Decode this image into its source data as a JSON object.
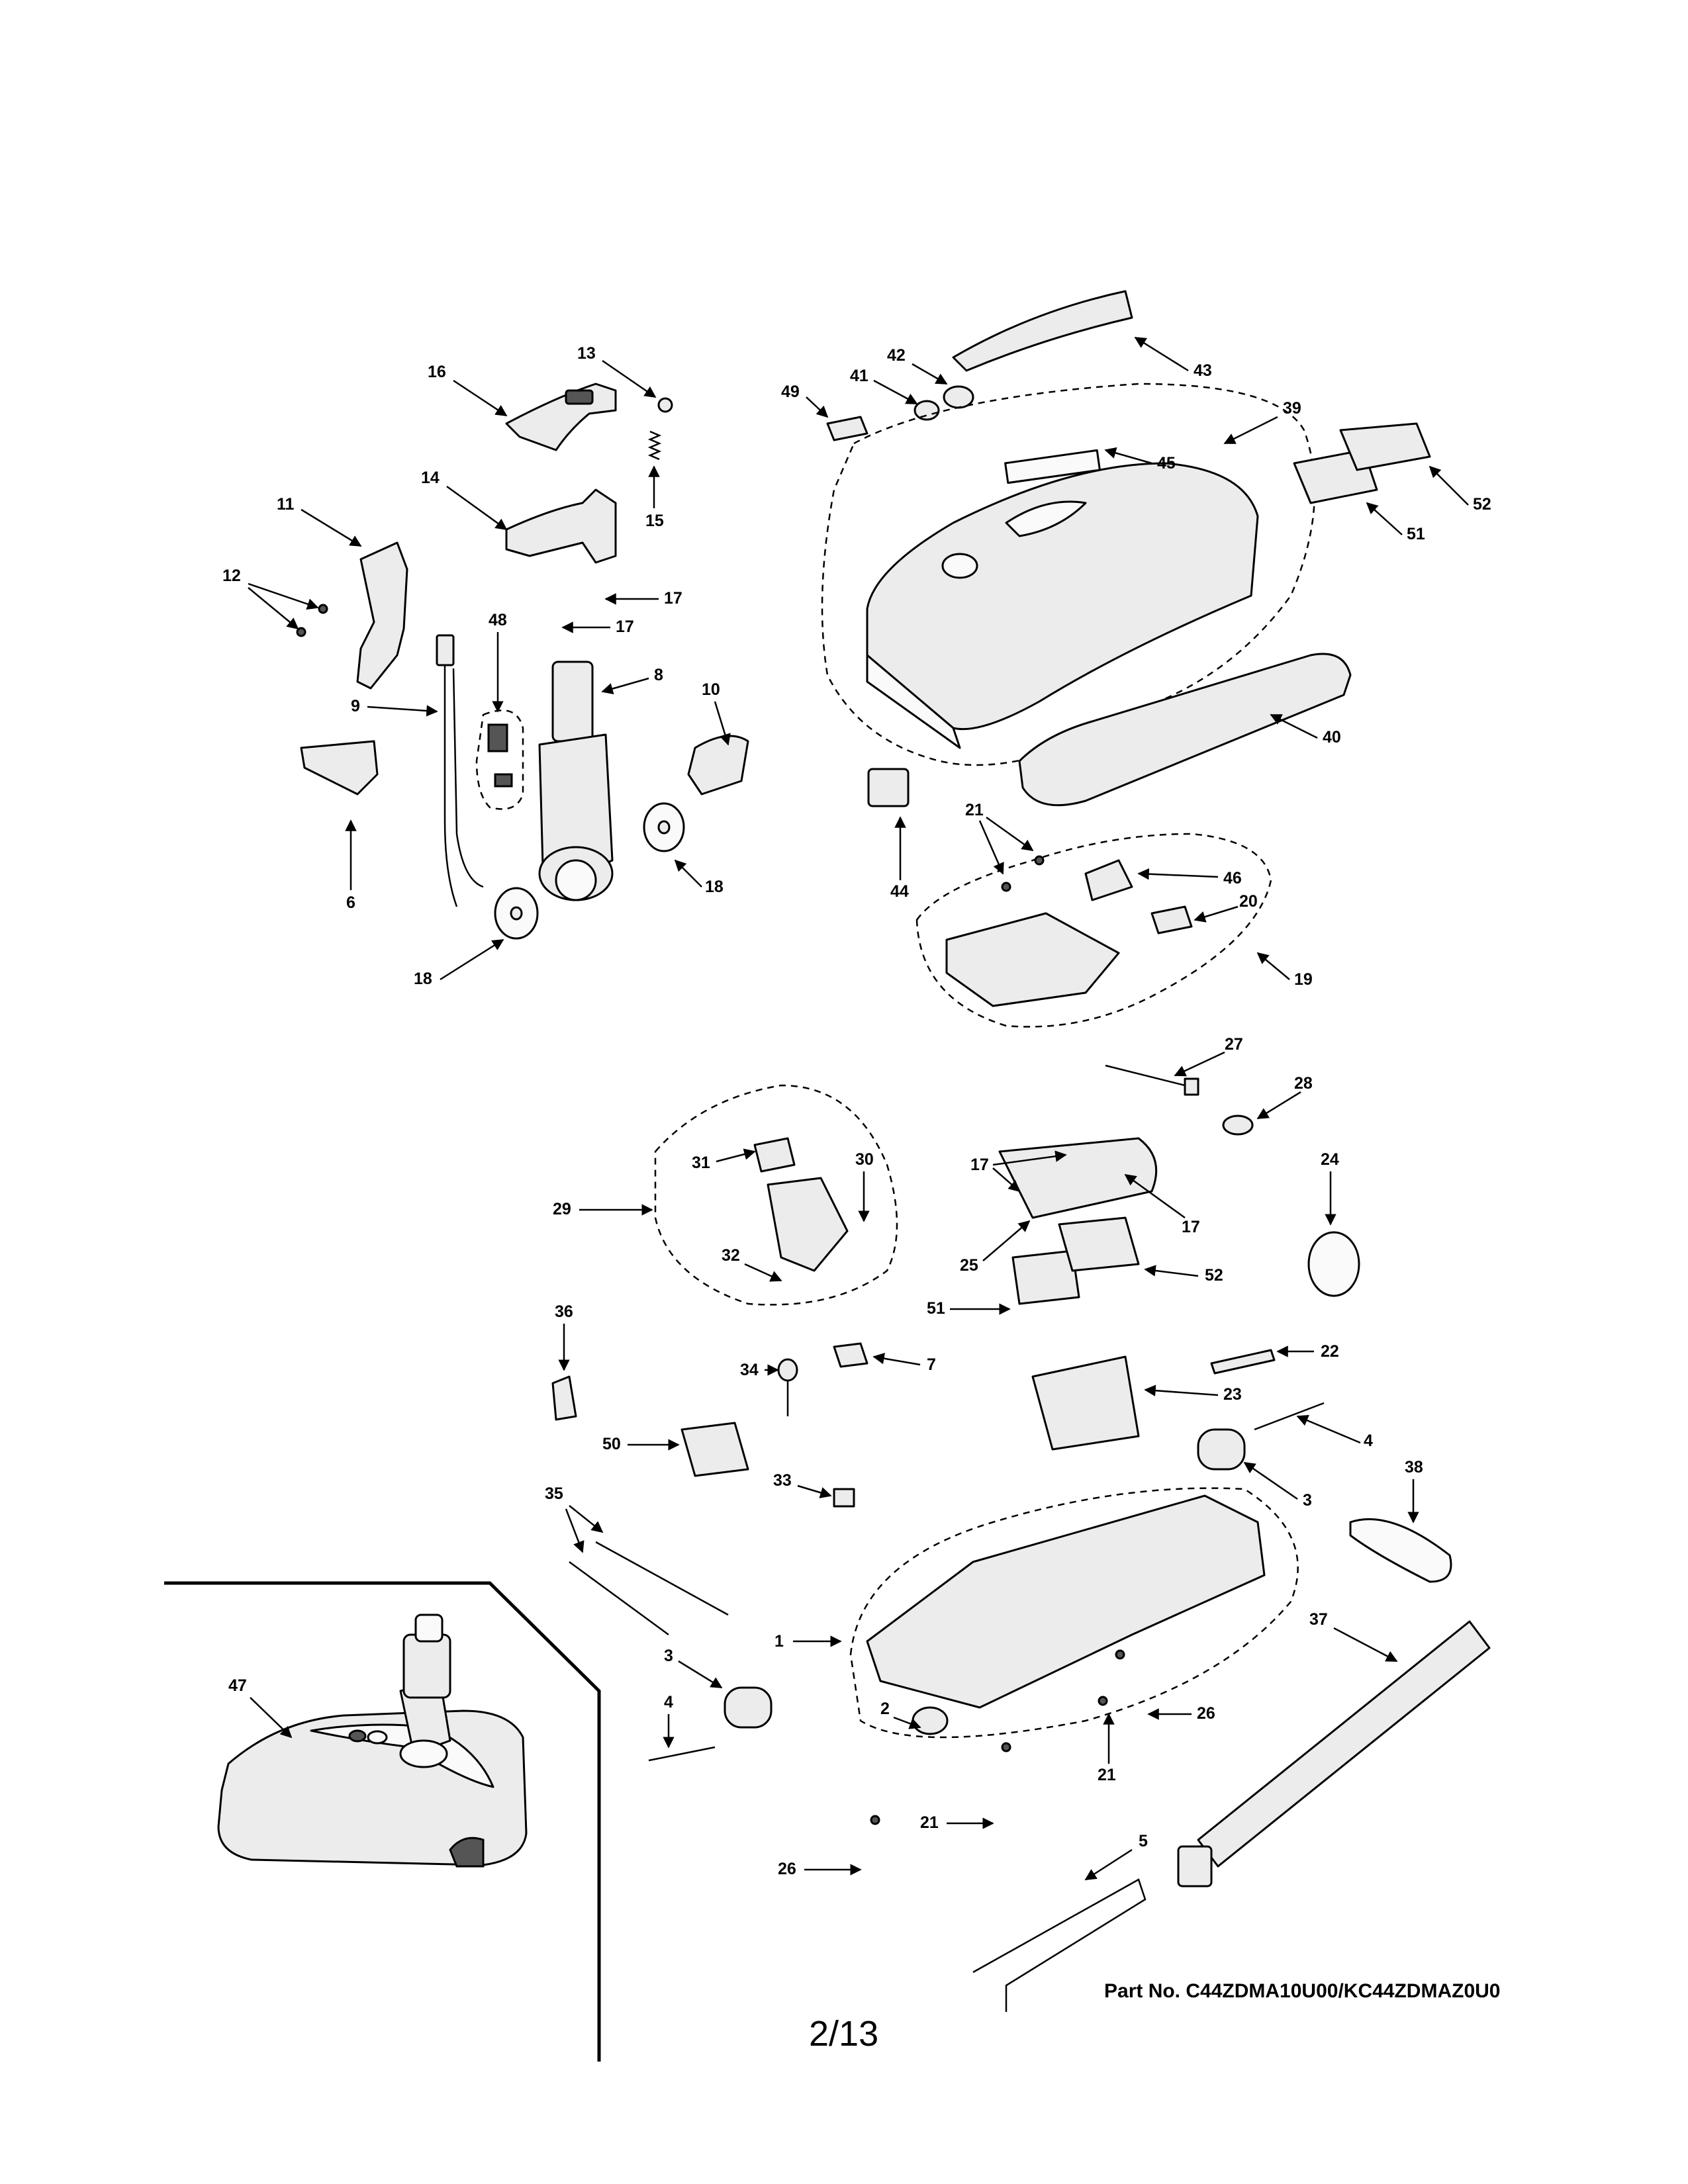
{
  "callouts": [
    "1",
    "2",
    "3",
    "4",
    "5",
    "6",
    "7",
    "8",
    "9",
    "10",
    "11",
    "12",
    "13",
    "14",
    "15",
    "16",
    "17",
    "18",
    "19",
    "20",
    "21",
    "22",
    "23",
    "24",
    "25",
    "26",
    "27",
    "28",
    "29",
    "30",
    "31",
    "32",
    "33",
    "34",
    "35",
    "36",
    "37",
    "38",
    "39",
    "40",
    "41",
    "42",
    "43",
    "44",
    "45",
    "46",
    "47",
    "48",
    "49",
    "50",
    "51",
    "52"
  ],
  "footer": {
    "part_number": "Part No. C44ZDMA10U00/KC44ZDMAZ0U0",
    "page": "2/13"
  }
}
